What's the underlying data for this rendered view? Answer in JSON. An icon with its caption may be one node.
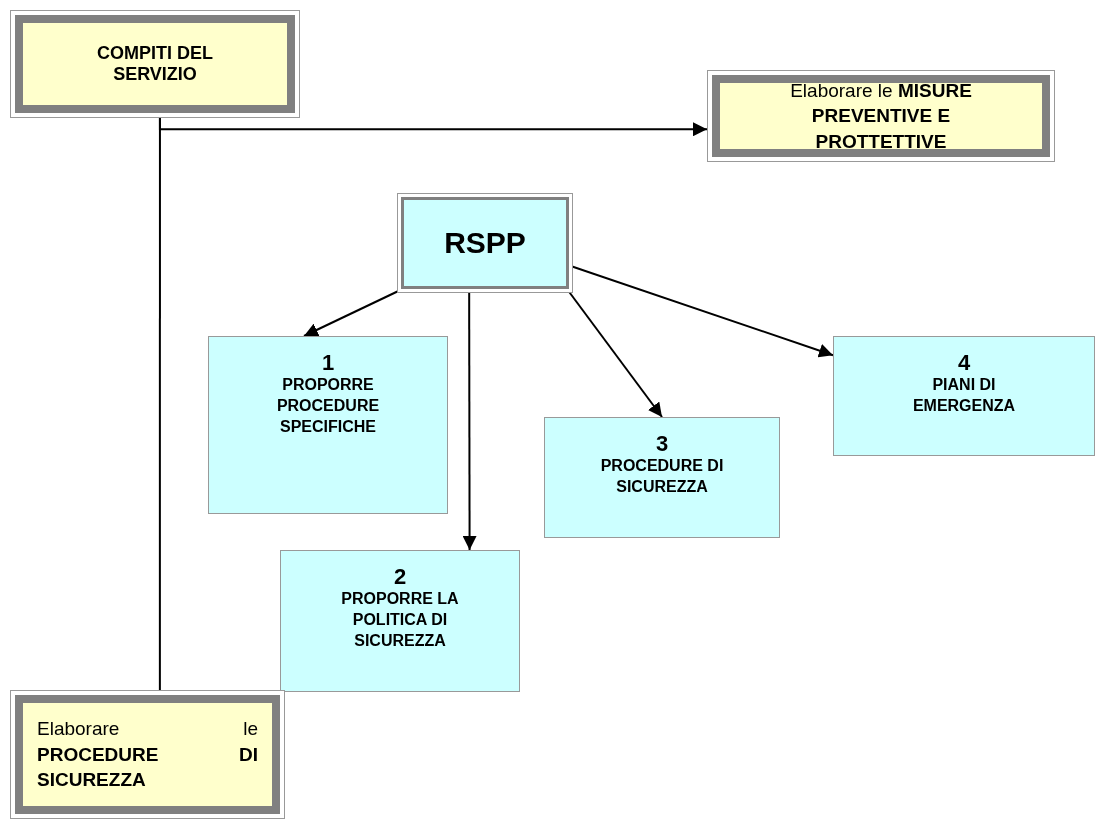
{
  "diagram": {
    "nodes": [
      {
        "text": [
          "COMPITI DEL SERVIZIO"
        ]
      },
      {
        "text": [
          "Elaborare le **MISURE PREVENTIVE E PROTTETTIVE**"
        ]
      },
      {
        "text": [
          "RSPP"
        ]
      },
      {
        "text": [
          "1",
          "PROPORRE PROCEDURE SPECIFICHE"
        ]
      },
      {
        "text": [
          "2",
          "PROPORRE LA POLITICA DI SICUREZZA"
        ]
      },
      {
        "text": [
          "3",
          "PROCEDURE DI SICUREZZA"
        ]
      },
      {
        "text": [
          "4",
          "PIANI DI EMERGENZA"
        ]
      },
      {
        "text": [
          "Elaborare le **PROCEDURE DI SICUREZZA**"
        ]
      }
    ],
    "edges": [
      {
        "from": 0,
        "to": 1,
        "arrow": "to"
      },
      {
        "from": 0,
        "to": 7,
        "arrow": "none"
      },
      {
        "from": 2,
        "to": 3,
        "arrow": "to"
      },
      {
        "from": 2,
        "to": 4,
        "arrow": "to"
      },
      {
        "from": 2,
        "to": 5,
        "arrow": "to"
      },
      {
        "from": 2,
        "to": 6,
        "arrow": "to"
      }
    ]
  }
}
